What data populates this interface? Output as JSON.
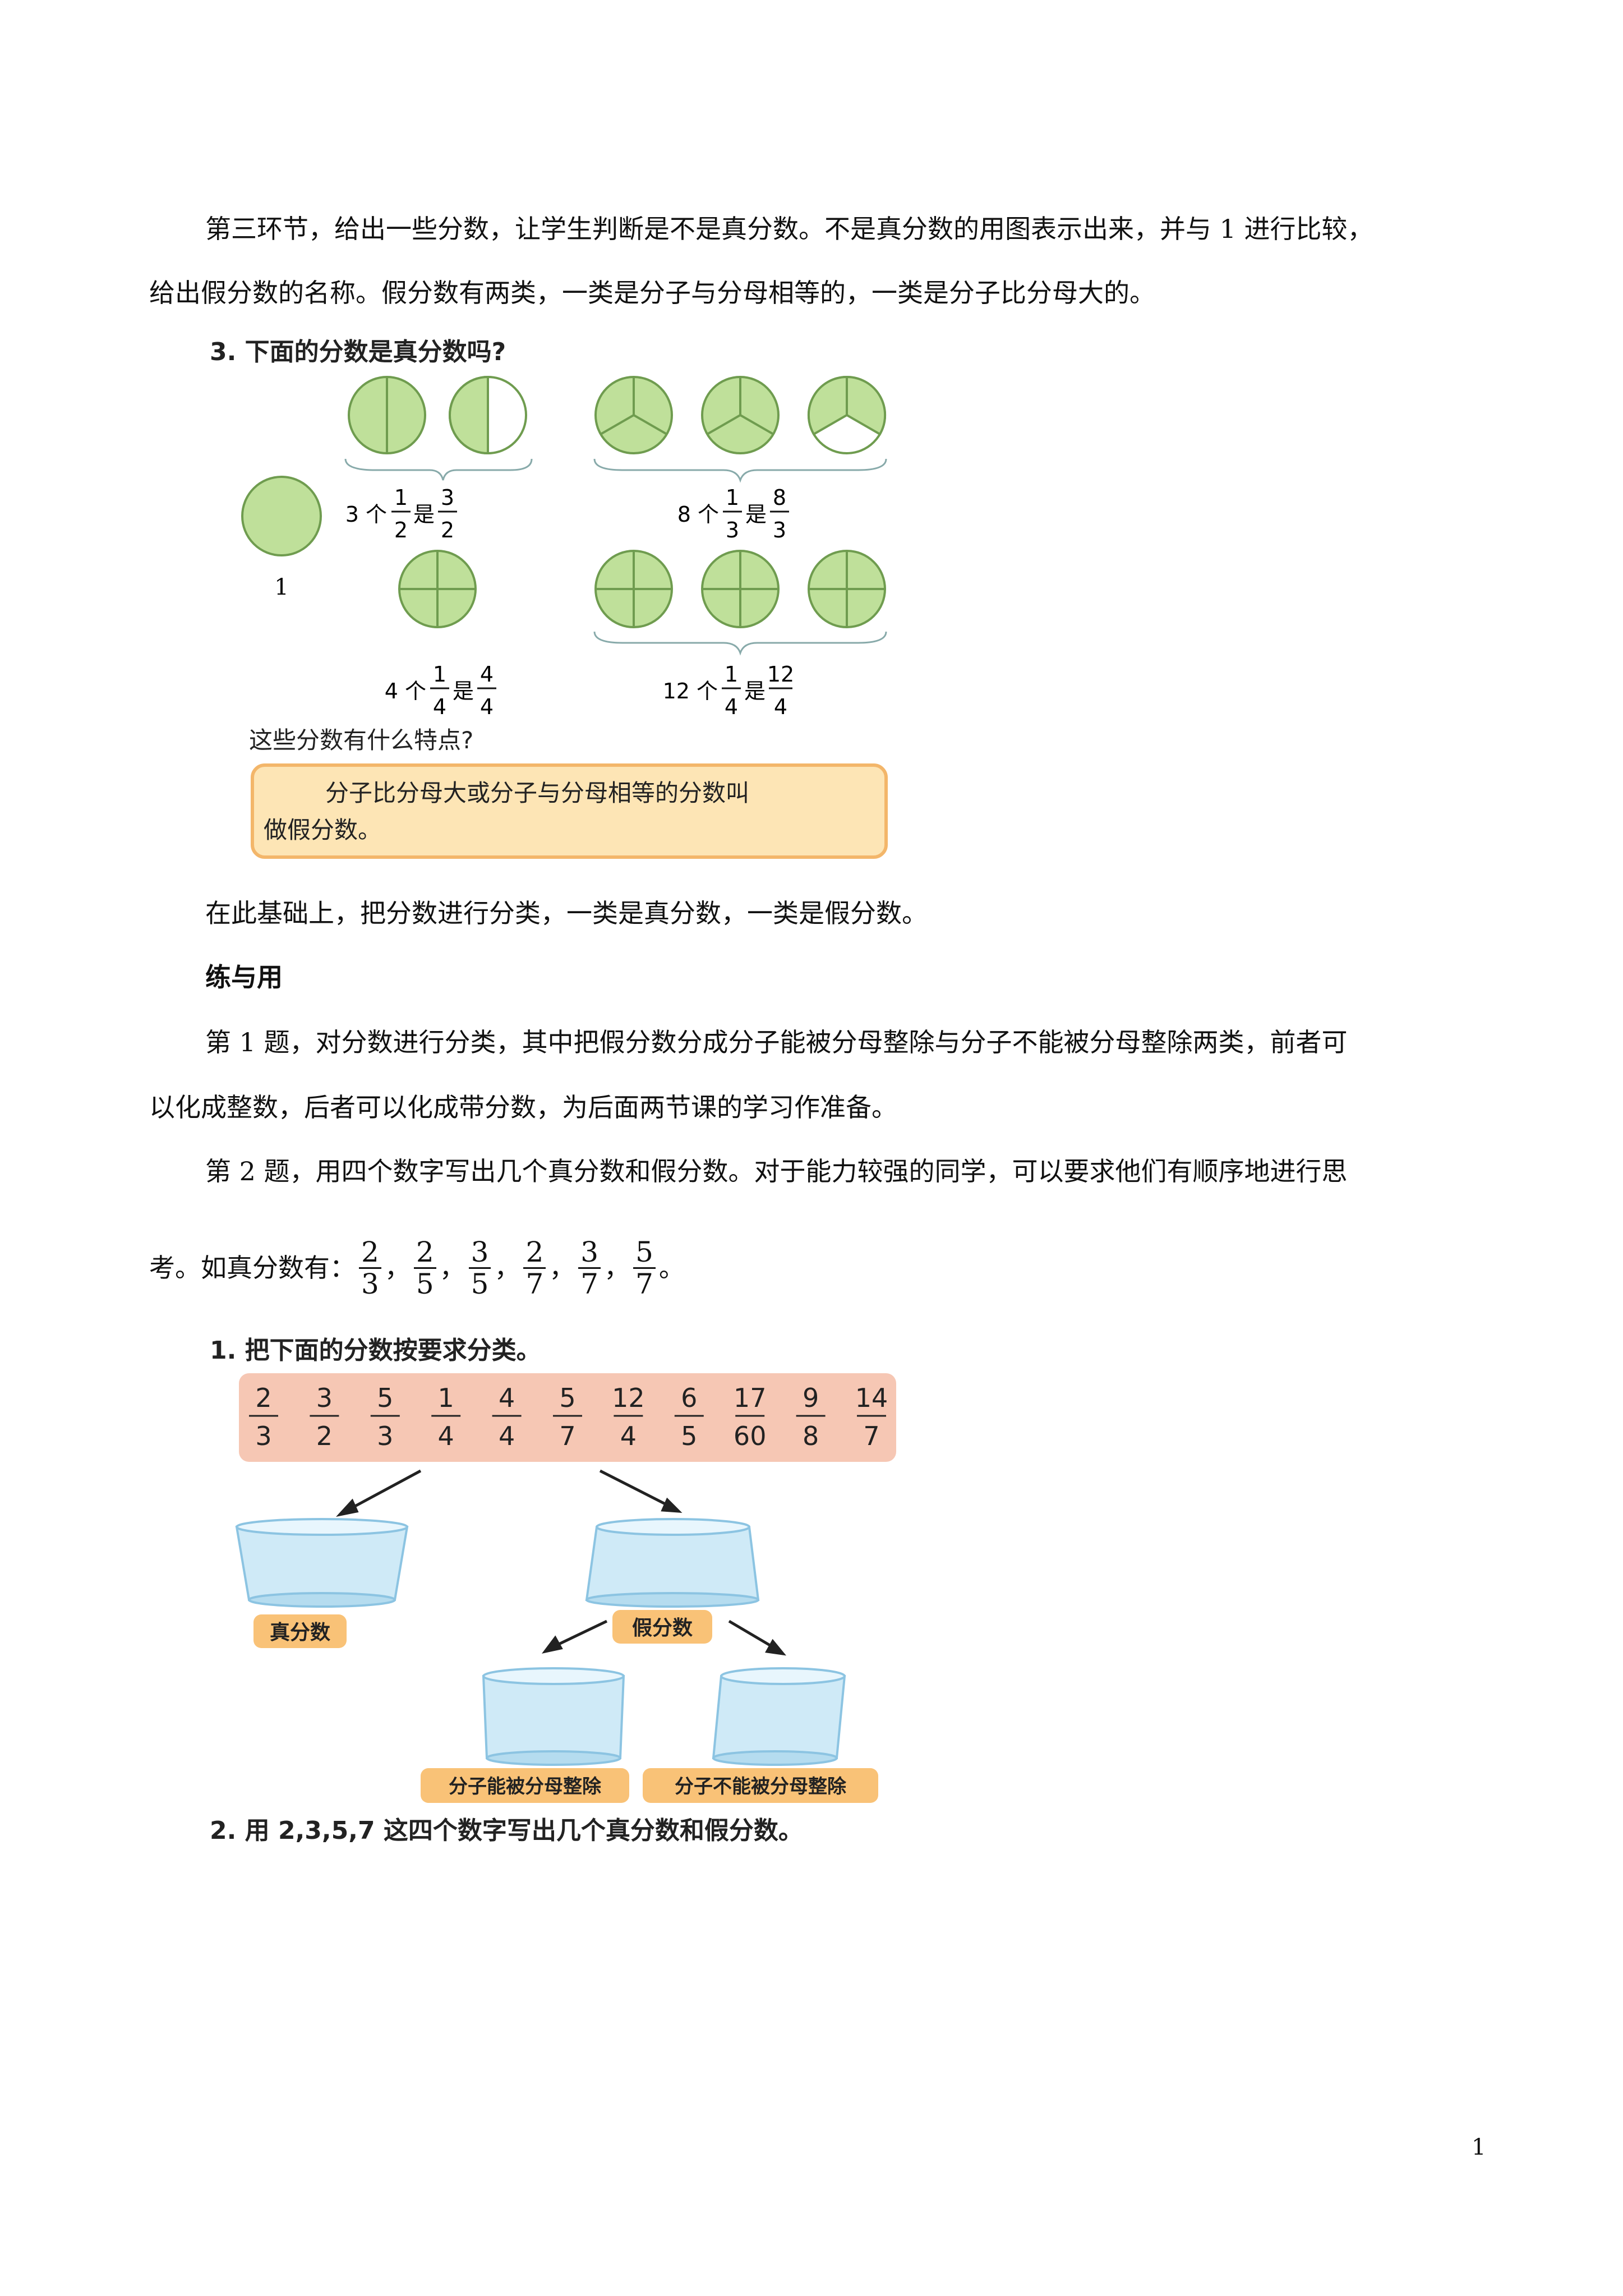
{
  "paragraphs": {
    "p1_line1": "第三环节，给出一些分数，让学生判断是不是真分数。不是真分数的用图表示出来，并与 1 进行比较，",
    "p1_line2": "给出假分数的名称。假分数有两类，一类是分子与分母相等的，一类是分子比分母大的。",
    "p2": "在此基础上，把分数进行分类，一类是真分数，一类是假分数。",
    "heading": "练与用",
    "p3_line1": "第 1 题，对分数进行分类，其中把假分数分成分子能被分母整除与分子不能被分母整除两类，前者可",
    "p3_line2": "以化成整数，后者可以化成带分数，为后面两节课的学习作准备。",
    "p4_line1": "第 2 题，用四个数字写出几个真分数和假分数。对于能力较强的同学，可以要求他们有顺序地进行思",
    "p4_line2_prefix": "考。如真分数有：",
    "p4_fractions": [
      {
        "n": "2",
        "d": "3"
      },
      {
        "n": "2",
        "d": "5"
      },
      {
        "n": "3",
        "d": "5"
      },
      {
        "n": "2",
        "d": "7"
      },
      {
        "n": "3",
        "d": "7"
      },
      {
        "n": "5",
        "d": "7"
      }
    ],
    "p4_sep": "，",
    "p4_end": "。"
  },
  "figure1": {
    "title": "3. 下面的分数是真分数吗?",
    "one_label": "1",
    "captions": [
      {
        "count": "3 个",
        "unit_n": "1",
        "unit_d": "2",
        "is": "是",
        "res_n": "3",
        "res_d": "2"
      },
      {
        "count": "8 个",
        "unit_n": "1",
        "unit_d": "3",
        "is": "是",
        "res_n": "8",
        "res_d": "3"
      },
      {
        "count": "4 个",
        "unit_n": "1",
        "unit_d": "4",
        "is": "是",
        "res_n": "4",
        "res_d": "4"
      },
      {
        "count": "12 个",
        "unit_n": "1",
        "unit_d": "4",
        "is": "是",
        "res_n": "12",
        "res_d": "4"
      }
    ],
    "question": "这些分数有什么特点?",
    "definition_line1": "分子比分母大或分子与分母相等的分数叫",
    "definition_line2": "做假分数。",
    "colors": {
      "circle_fill": "#bfe09a",
      "circle_stroke": "#6f9c4f",
      "box_fill": "#fde5b5",
      "box_stroke": "#f3b66a"
    }
  },
  "figure2": {
    "title": "1. 把下面的分数按要求分类。",
    "fractions": [
      {
        "n": "2",
        "d": "3"
      },
      {
        "n": "3",
        "d": "2"
      },
      {
        "n": "5",
        "d": "3"
      },
      {
        "n": "1",
        "d": "4"
      },
      {
        "n": "4",
        "d": "4"
      },
      {
        "n": "5",
        "d": "7"
      },
      {
        "n": "12",
        "d": "4"
      },
      {
        "n": "6",
        "d": "5"
      },
      {
        "n": "17",
        "d": "60"
      },
      {
        "n": "9",
        "d": "8"
      },
      {
        "n": "14",
        "d": "7"
      }
    ],
    "labels": {
      "proper": "真分数",
      "improper": "假分数",
      "divisible": "分子能被分母整除",
      "not_divisible": "分子不能被分母整除"
    },
    "task2": "2. 用 2,3,5,7 这四个数字写出几个真分数和假分数。",
    "colors": {
      "band_fill": "#f6c7b4",
      "label_fill": "#f9c277",
      "bucket_fill": "#cfeaf7",
      "bucket_stroke": "#8cc4e2"
    }
  },
  "page_number": "1"
}
